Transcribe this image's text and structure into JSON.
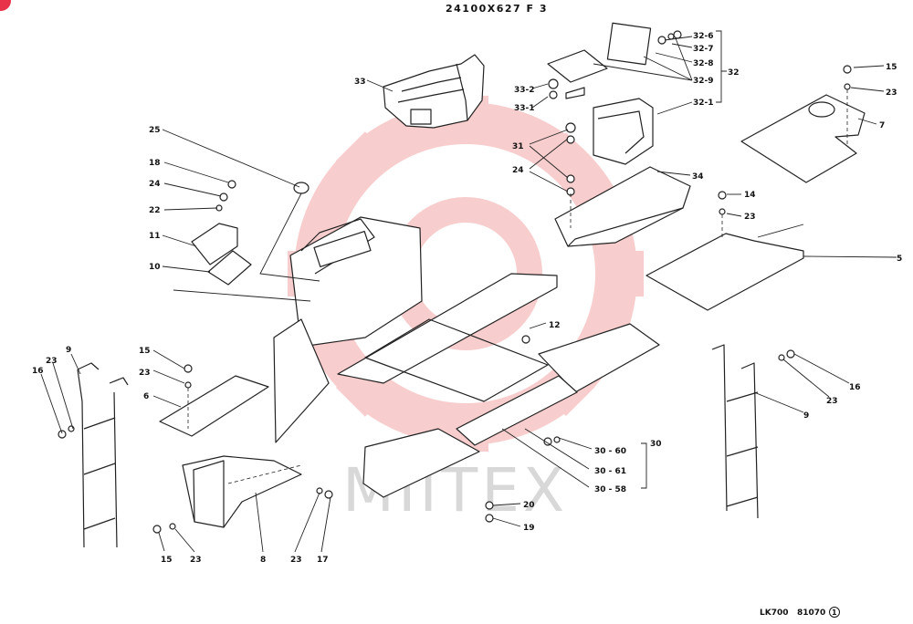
{
  "drawing": {
    "title": "24100X627 F 3",
    "watermark": "MIITEX",
    "footer_left": "LK700",
    "footer_right": "81070",
    "footer_rev": "1"
  },
  "callouts": [
    {
      "id": "c33",
      "label": "33"
    },
    {
      "id": "c33_2",
      "label": "33-2"
    },
    {
      "id": "c33_1",
      "label": "33-1"
    },
    {
      "id": "c32_6",
      "label": "32-6"
    },
    {
      "id": "c32_7",
      "label": "32-7"
    },
    {
      "id": "c32_8",
      "label": "32-8"
    },
    {
      "id": "c32_9",
      "label": "32-9"
    },
    {
      "id": "c32_1",
      "label": "32-1"
    },
    {
      "id": "c32",
      "label": "32"
    },
    {
      "id": "c15a",
      "label": "15"
    },
    {
      "id": "c23a",
      "label": "23"
    },
    {
      "id": "c7",
      "label": "7"
    },
    {
      "id": "c25",
      "label": "25"
    },
    {
      "id": "c18",
      "label": "18"
    },
    {
      "id": "c24a",
      "label": "24"
    },
    {
      "id": "c22",
      "label": "22"
    },
    {
      "id": "c11",
      "label": "11"
    },
    {
      "id": "c10",
      "label": "10"
    },
    {
      "id": "c31",
      "label": "31"
    },
    {
      "id": "c24b",
      "label": "24"
    },
    {
      "id": "c34",
      "label": "34"
    },
    {
      "id": "c14",
      "label": "14"
    },
    {
      "id": "c23b",
      "label": "23"
    },
    {
      "id": "c5",
      "label": "5"
    },
    {
      "id": "c12",
      "label": "12"
    },
    {
      "id": "c9a",
      "label": "9"
    },
    {
      "id": "c23c",
      "label": "23"
    },
    {
      "id": "c16a",
      "label": "16"
    },
    {
      "id": "c15b",
      "label": "15"
    },
    {
      "id": "c23d",
      "label": "23"
    },
    {
      "id": "c6",
      "label": "6"
    },
    {
      "id": "c16b",
      "label": "16"
    },
    {
      "id": "c23e",
      "label": "23"
    },
    {
      "id": "c9b",
      "label": "9"
    },
    {
      "id": "c30",
      "label": "30"
    },
    {
      "id": "c30_60",
      "label": "30 - 60"
    },
    {
      "id": "c30_61",
      "label": "30 - 61"
    },
    {
      "id": "c30_58",
      "label": "30 - 58"
    },
    {
      "id": "c20",
      "label": "20"
    },
    {
      "id": "c19",
      "label": "19"
    },
    {
      "id": "c15c",
      "label": "15"
    },
    {
      "id": "c23f",
      "label": "23"
    },
    {
      "id": "c8",
      "label": "8"
    },
    {
      "id": "c23g",
      "label": "23"
    },
    {
      "id": "c17",
      "label": "17"
    }
  ],
  "colors": {
    "ink": "#222222",
    "watermark_red": "#f4a6a6",
    "watermark_gray": "#cfcfcf",
    "badge": "#e8324a"
  }
}
